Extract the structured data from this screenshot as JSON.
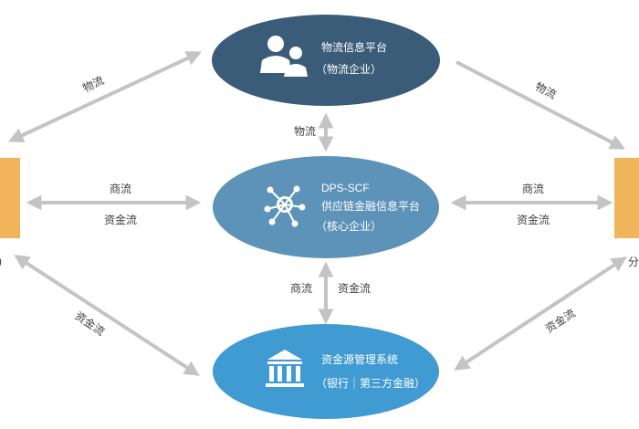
{
  "nodes": {
    "logistics": {
      "title": "物流信息平台",
      "subtitle": "（物流企业）",
      "color": "#3b5c78"
    },
    "core": {
      "title_en": "DPS-SCF",
      "title": "供应链金融信息平台",
      "subtitle": "（核心企业）",
      "color": "#5d93b8"
    },
    "funding": {
      "title": "资金源管理系统",
      "subtitle": "（银行｜第三方金融）",
      "color": "#3f9bd2"
    },
    "left": {
      "partial_text": ")",
      "color": "#f0b45b"
    },
    "right": {
      "partial_text": "分",
      "color": "#f0b45b"
    }
  },
  "edges": {
    "top_left_diag": "物流",
    "top_right_diag": "物流",
    "top_vertical": "物流",
    "left_h_upper": "商流",
    "left_h_lower": "资金流",
    "right_h_upper": "商流",
    "right_h_lower": "资金流",
    "bottom_vertical_left": "商流",
    "bottom_vertical_right": "资金流",
    "bottom_left_diag": "资金流",
    "bottom_right_diag": "资金流"
  },
  "colors": {
    "arrow": "#c4c4c4",
    "label": "#3f3f3f"
  }
}
